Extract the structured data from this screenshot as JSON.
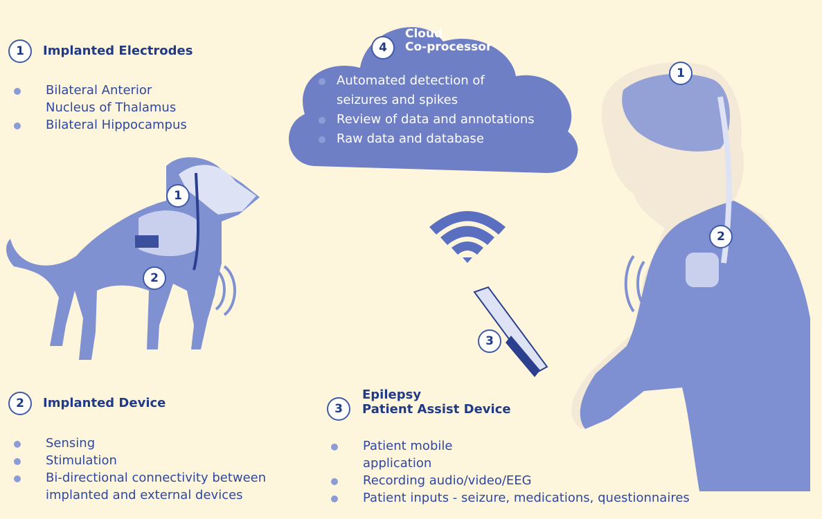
{
  "section1": {
    "number": "1",
    "title": "Implanted Electrodes",
    "bullets": [
      "Bilateral Anterior Nucleus of Thalamus",
      "Bilateral Hippocampus"
    ]
  },
  "section2": {
    "number": "2",
    "title": "Implanted Device",
    "bullets": [
      "Sensing",
      "Stimulation",
      "Bi-directional connectivity between implanted and external devices"
    ]
  },
  "section3": {
    "number": "3",
    "title_line1": "Epilepsy",
    "title_line2": "Patient Assist Device",
    "bullets": [
      "Patient mobile application",
      "Recording audio/video/EEG",
      "Patient inputs - seizure, medications, questionnaires"
    ]
  },
  "cloud": {
    "number": "4",
    "title_line1": "Cloud",
    "title_line2": "Co-processor",
    "bullets": [
      "Automated detection of seizures and spikes",
      "Review of data and annotations",
      "Raw data and database"
    ]
  },
  "dog_markers": {
    "electrodes": "1",
    "device": "2"
  },
  "person_markers": {
    "electrodes": "1",
    "device": "2",
    "tablet": "3"
  },
  "colors": {
    "background": "#fdf6dc",
    "primary": "#213a86",
    "cloud": "#6e7fc6",
    "skin": "#f3e9d6",
    "shirt": "#7e90d2",
    "bullet": "#8d9cd6"
  }
}
